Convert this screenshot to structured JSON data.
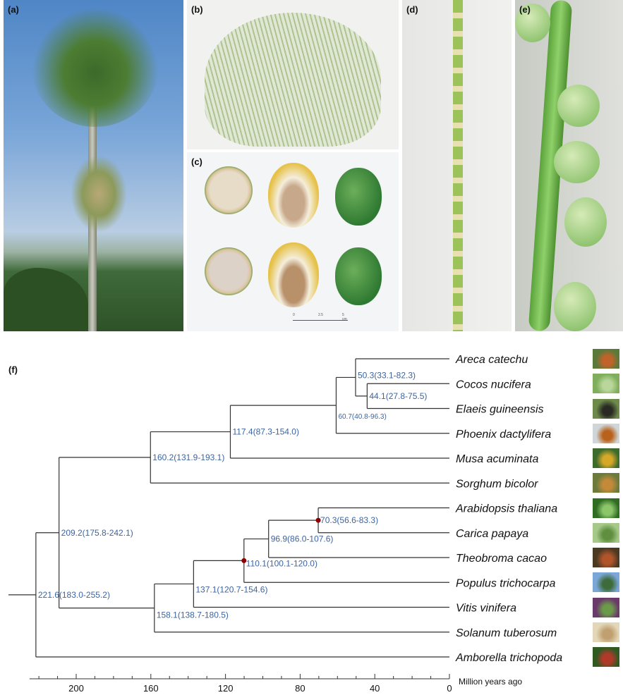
{
  "panels": {
    "a": {
      "label": "(a)"
    },
    "b": {
      "label": "(b)"
    },
    "c": {
      "label": "(c)",
      "scale_ticks": [
        "0",
        "2.5",
        "5 cm"
      ]
    },
    "d": {
      "label": "(d)"
    },
    "e": {
      "label": "(e)"
    },
    "f": {
      "label": "(f)"
    }
  },
  "tree": {
    "highlight_color": "#d9442a",
    "node_color": "#3d64a0",
    "marker_color": "#8b0000",
    "tips": [
      {
        "name": "Areca catechu",
        "highlight": true,
        "thumb": [
          "#5a7a3a",
          "#c0632a"
        ]
      },
      {
        "name": "Cocos nucifera",
        "thumb": [
          "#7fae5c",
          "#b9d79a"
        ]
      },
      {
        "name": "Elaeis guineensis",
        "thumb": [
          "#6d8a4a",
          "#2a2a24"
        ]
      },
      {
        "name": "Phoenix dactylifera",
        "thumb": [
          "#d0d6d8",
          "#b9621e"
        ]
      },
      {
        "name": "Musa acuminata",
        "thumb": [
          "#3d6b2c",
          "#d6a828"
        ]
      },
      {
        "name": "Sorghum bicolor",
        "thumb": [
          "#6c7b3c",
          "#c48a3a"
        ]
      },
      {
        "name": "Arabidopsis thaliana",
        "thumb": [
          "#2f6e22",
          "#8cc56a"
        ]
      },
      {
        "name": "Carica papaya",
        "thumb": [
          "#a6c98a",
          "#5f8f3f"
        ]
      },
      {
        "name": "Theobroma cacao",
        "thumb": [
          "#4a3a22",
          "#b0552a"
        ]
      },
      {
        "name": "Populus trichocarpa",
        "thumb": [
          "#7aa6d8",
          "#3d6b3a"
        ]
      },
      {
        "name": "Vitis vinifera",
        "thumb": [
          "#6a3a6a",
          "#6b9a4a"
        ]
      },
      {
        "name": "Solanum tuberosum",
        "thumb": [
          "#e2d7b8",
          "#c0a070"
        ]
      },
      {
        "name": "Amborella trichopoda",
        "thumb": [
          "#2f5a22",
          "#b03a2a"
        ]
      }
    ],
    "nodes": [
      {
        "id": "n441",
        "age": 44.1,
        "label": "44.1(27.8-75.5)",
        "children": [
          1,
          2
        ]
      },
      {
        "id": "n503",
        "age": 50.3,
        "label": "50.3(33.1-82.3)",
        "children": [
          0,
          "n441"
        ]
      },
      {
        "id": "n607",
        "age": 60.7,
        "label": "60.7(40.8-96.3)",
        "children": [
          "n503",
          3
        ]
      },
      {
        "id": "n1174",
        "age": 117.4,
        "label": "117.4(87.3-154.0)",
        "children": [
          "n607",
          4
        ]
      },
      {
        "id": "n1602",
        "age": 160.2,
        "label": "160.2(131.9-193.1)",
        "children": [
          "n1174",
          5
        ]
      },
      {
        "id": "n703",
        "age": 70.3,
        "label": "70.3(56.6-83.3)",
        "children": [
          6,
          7
        ],
        "marker": true
      },
      {
        "id": "n969",
        "age": 96.9,
        "label": "96.9(86.0-107.6)",
        "children": [
          "n703",
          8
        ]
      },
      {
        "id": "n1101",
        "age": 110.1,
        "label": "110.1(100.1-120.0)",
        "children": [
          "n969",
          9
        ],
        "marker": true
      },
      {
        "id": "n1371",
        "age": 137.1,
        "label": "137.1(120.7-154.6)",
        "children": [
          "n1101",
          10
        ]
      },
      {
        "id": "n1581",
        "age": 158.1,
        "label": "158.1(138.7-180.5)",
        "children": [
          "n1371",
          11
        ]
      },
      {
        "id": "n2092",
        "age": 209.2,
        "label": "209.2(175.8-242.1)",
        "children": [
          "n1602",
          "n1581"
        ]
      },
      {
        "id": "n2216",
        "age": 221.6,
        "label": "221.6(183.0-255.2)",
        "children": [
          "n2092",
          12
        ]
      }
    ],
    "axis": {
      "label": "Million years ago",
      "ticks": [
        200,
        160,
        120,
        80,
        40,
        0
      ],
      "minor_step": 10,
      "range": [
        225,
        0
      ]
    }
  }
}
